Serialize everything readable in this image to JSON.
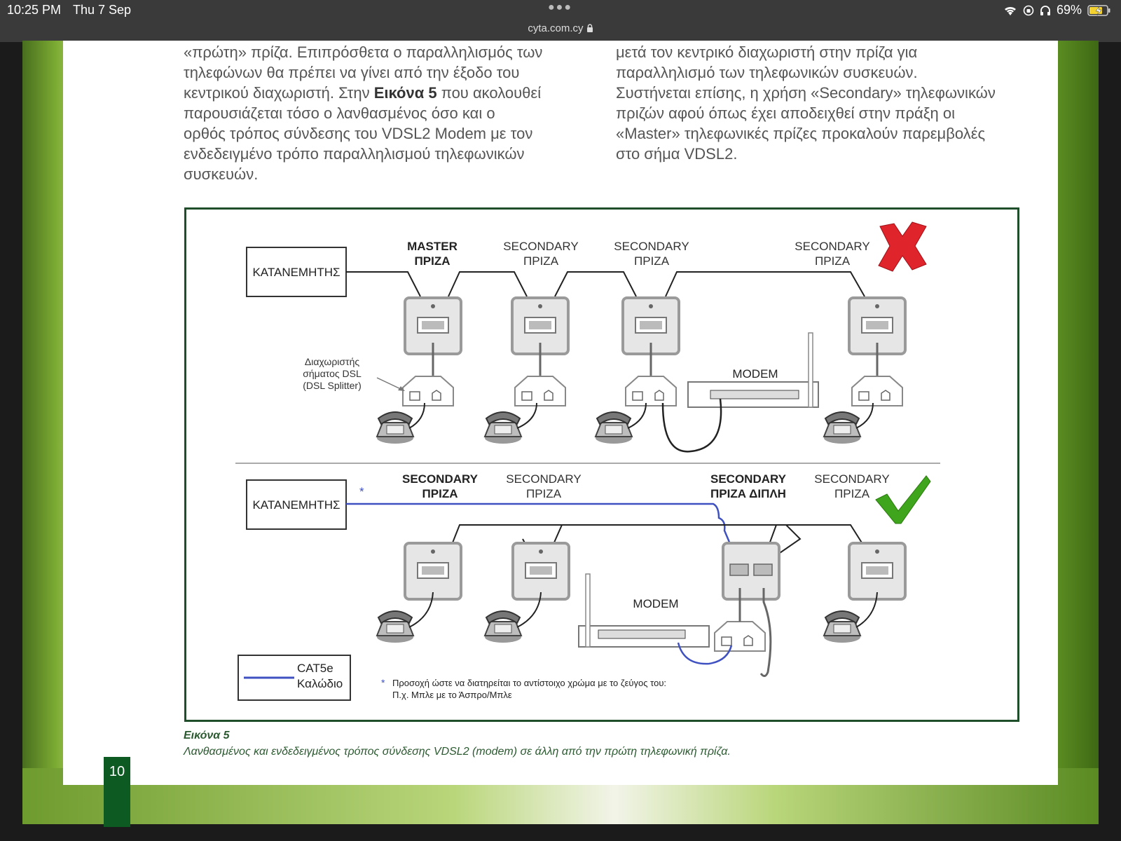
{
  "status_bar": {
    "time": "10:25 PM",
    "date": "Thu 7 Sep",
    "battery": "69%"
  },
  "browser": {
    "url": "cyta.com.cy"
  },
  "document": {
    "col_left": {
      "line1": "«πρώτη» πρίζα. Επιπρόσθετα ο παραλληλισμός των",
      "line2": "τηλεφώνων θα πρέπει να γίνει από την έξοδο του",
      "line3_a": "κεντρικού διαχωριστή. Στην ",
      "line3_bold": "Εικόνα 5",
      "line3_b": " που ακολουθεί",
      "line4": "παρουσιάζεται τόσο ο λανθασμένος όσο και ο",
      "line5": "ορθός τρόπος σύνδεσης του VDSL2 Modem με τον",
      "line6": "ενδεδειγμένο τρόπο παραλληλισμού τηλεφωνικών",
      "line7": "συσκευών."
    },
    "col_right": {
      "line1": "μετά τον κεντρικό διαχωριστή στην πρίζα για",
      "line2": "παραλληλισμό των τηλεφωνικών συσκευών.",
      "line3": "Συστήνεται επίσης, η χρήση «Secondary» τηλεφωνικών",
      "line4": "πριζών αφού όπως έχει αποδειχθεί στην πράξη οι",
      "line5": "«Master» τηλεφωνικές πρίζες προκαλούν παρεμβολές",
      "line6": "στο σήμα VDSL2."
    },
    "figure": {
      "top": {
        "distributor": "ΚΑΤΑΝΕΜΗΤΗΣ",
        "master_l1": "MASTER",
        "socket_word": "ΠΡΙΖΑ",
        "secondary": "SECONDARY",
        "splitter_l1": "Διαχωριστής",
        "splitter_l2": "σήματος DSL",
        "splitter_l3": "(DSL Splitter)",
        "modem": "MODEM"
      },
      "bottom": {
        "distributor": "ΚΑΤΑΝΕΜΗΤΗΣ",
        "secondary": "SECONDARY",
        "socket_word": "ΠΡΙΖΑ",
        "double_socket": "ΠΡΙΖΑ ΔΙΠΛΗ",
        "modem": "MODEM",
        "star": "*"
      },
      "legend": {
        "line1": "CAT5e",
        "line2": "Καλώδιο"
      },
      "note": {
        "star": "*",
        "line1": "Προσοχή ώστε να διατηρείται το αντίστοιχο χρώμα με το ζεύγος του:",
        "line2": "Π.χ. Μπλε με το Άσπρο/Μπλε"
      }
    },
    "caption": {
      "title": "Εικόνα 5",
      "text": "Λανθασμένος και ενδεδειγμένος τρόπος σύνδεσης VDSL2 (modem) σε άλλη από την πρώτη τηλεφωνική πρίζα."
    },
    "page_number": "10"
  },
  "colors": {
    "cat5e_blue": "#3f51c0",
    "wrong_red": "#e0242b",
    "correct_green": "#3fa51c",
    "frame_green": "#1f4f2a"
  }
}
